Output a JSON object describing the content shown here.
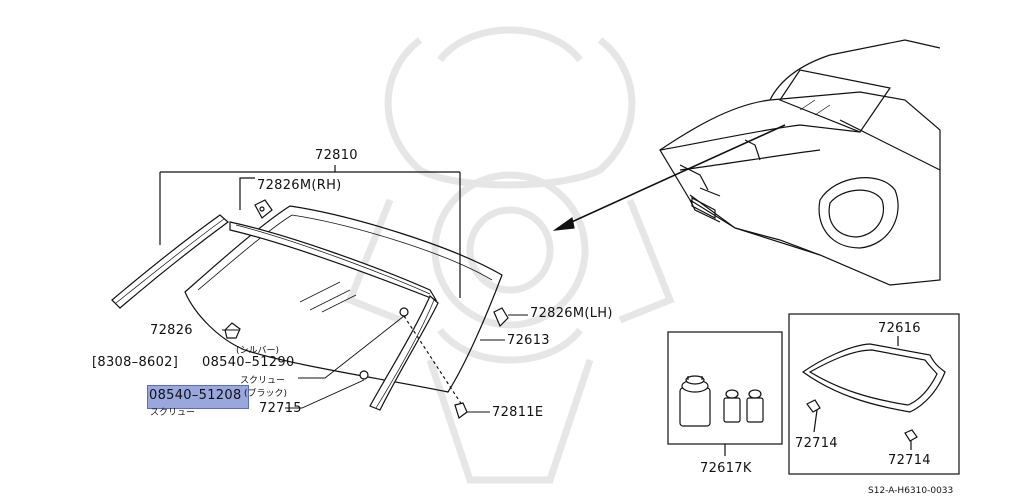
{
  "callouts": {
    "frame_assembly": "72810",
    "molding_rh": "72826M(RH)",
    "clip_72826": "72826",
    "date_range": "[8308–8602]",
    "part_silver": "08540–51290",
    "silver_note": "(シルバー)",
    "screw_note_1": "スクリュー",
    "part_black": "08540–51208",
    "black_note": "(ブラック)",
    "screw_note_2": "スクリュー",
    "part_72715": "72715",
    "molding_lh": "72826M(LH)",
    "part_72613": "72613",
    "part_72811e": "72811E",
    "kit_72616": "72616",
    "kit_72617k": "72617K",
    "clip_72714_a": "72714",
    "clip_72714_b": "72714"
  },
  "footer": {
    "diagram_code": "S12-A-H6310-0033"
  },
  "colors": {
    "highlight": "#9aa7dc",
    "line": "#111111",
    "watermark": "#e6e6e6"
  }
}
